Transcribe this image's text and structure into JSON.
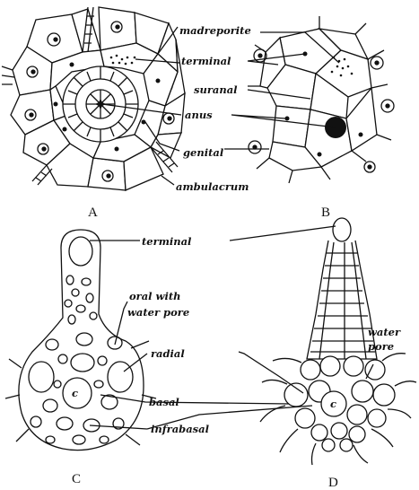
{
  "labels": {
    "madreporite": "madreporite",
    "terminal_top": "terminal",
    "suranal": "suranal",
    "anus": "anus",
    "genital": "genital",
    "ambulacrum": "ambulacrum",
    "terminal_bottom": "terminal",
    "oral_line1": "oral with",
    "oral_line2": "water pore",
    "radial": "radial",
    "water_line1": "water",
    "water_line2": "pore",
    "basal": "basal",
    "infrabasal": "infrabasal",
    "c_left": "c",
    "c_right": "c"
  },
  "captions": {
    "a": "A",
    "b": "B",
    "c": "C",
    "d": "D"
  }
}
